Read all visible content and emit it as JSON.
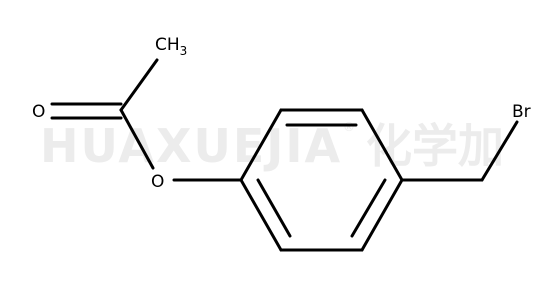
{
  "watermark": {
    "latin": "HUAXUEJIA",
    "registered": "®",
    "cjk": "化学加"
  },
  "atoms": {
    "methyl": {
      "main": "CH",
      "sub": "3"
    },
    "carbonyl_oxygen": "O",
    "ester_oxygen": "O",
    "bromine": "Br"
  },
  "colors": {
    "bond": "#000000",
    "label": "#000000",
    "watermark": "#ececec",
    "background": "#ffffff"
  }
}
